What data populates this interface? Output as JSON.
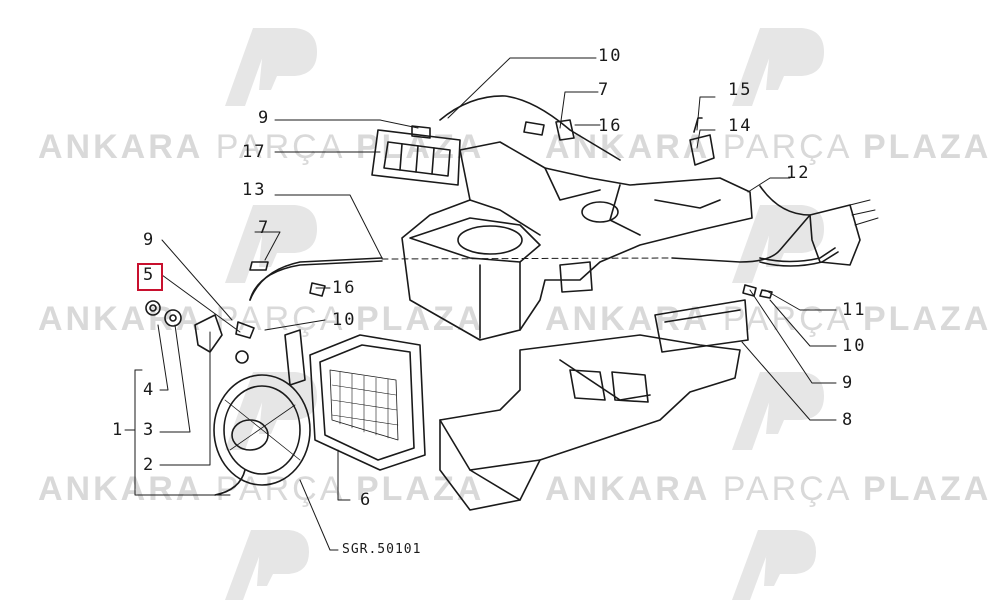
{
  "watermark": {
    "left_word": "ANKARA",
    "mid_word": "PARÇA",
    "right_word": "PLAZA",
    "logo_text": "AP",
    "color": "#d9d9d9"
  },
  "labels": {
    "p1": "1",
    "p2": "2",
    "p3": "3",
    "p4": "4",
    "p5": "5",
    "p6": "6",
    "p7a": "7",
    "p7b": "7",
    "p8": "8",
    "p9a": "9",
    "p9b": "9",
    "p9c": "9",
    "p10a": "10",
    "p10b": "10",
    "p10c": "10",
    "p11": "11",
    "p12": "12",
    "p13": "13",
    "p14": "14",
    "p15": "15",
    "p16a": "16",
    "p16b": "16",
    "p17": "17",
    "ref": "SGR.50101"
  },
  "highlight": {
    "part": "5",
    "color": "#c8102e"
  }
}
